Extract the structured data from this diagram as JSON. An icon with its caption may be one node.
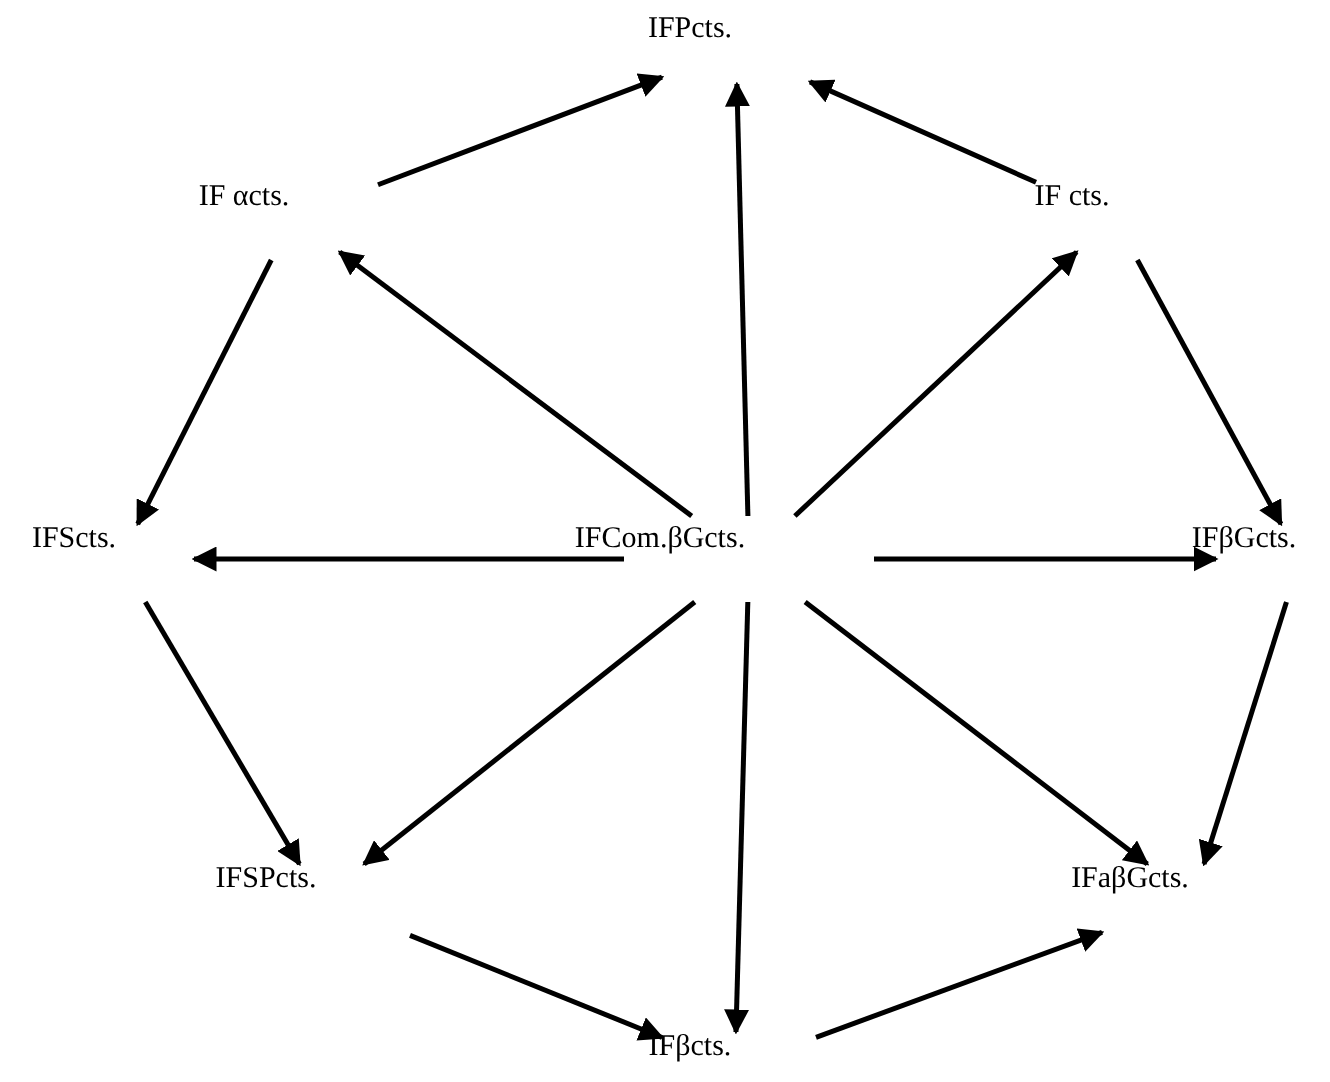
{
  "diagram": {
    "nodes": [
      {
        "text": [
          "IFPcts."
        ]
      },
      {
        "text": [
          "IF αcts."
        ]
      },
      {
        "text": [
          "IF cts."
        ]
      },
      {
        "text": [
          "IFScts."
        ]
      },
      {
        "text": [
          "IFCom.βGcts."
        ]
      },
      {
        "text": [
          "IFβGcts."
        ]
      },
      {
        "text": [
          "IFSPcts."
        ]
      },
      {
        "text": [
          "IFaβGcts."
        ]
      },
      {
        "text": [
          "IFβcts."
        ]
      }
    ],
    "edges": [
      {
        "from": 1,
        "to": 0,
        "arrow": "to"
      },
      {
        "from": 2,
        "to": 0,
        "arrow": "to"
      },
      {
        "from": 4,
        "to": 0,
        "arrow": "to"
      },
      {
        "from": 4,
        "to": 1,
        "arrow": "to"
      },
      {
        "from": 4,
        "to": 2,
        "arrow": "to"
      },
      {
        "from": 1,
        "to": 3,
        "arrow": "to"
      },
      {
        "from": 2,
        "to": 5,
        "arrow": "to"
      },
      {
        "from": 4,
        "to": 3,
        "arrow": "to"
      },
      {
        "from": 4,
        "to": 5,
        "arrow": "to"
      },
      {
        "from": 3,
        "to": 6,
        "arrow": "to"
      },
      {
        "from": 4,
        "to": 6,
        "arrow": "to"
      },
      {
        "from": 4,
        "to": 8,
        "arrow": "to"
      },
      {
        "from": 4,
        "to": 7,
        "arrow": "to"
      },
      {
        "from": 5,
        "to": 7,
        "arrow": "to"
      },
      {
        "from": 6,
        "to": 8,
        "arrow": "to"
      },
      {
        "from": 8,
        "to": 7,
        "arrow": "to"
      }
    ]
  }
}
